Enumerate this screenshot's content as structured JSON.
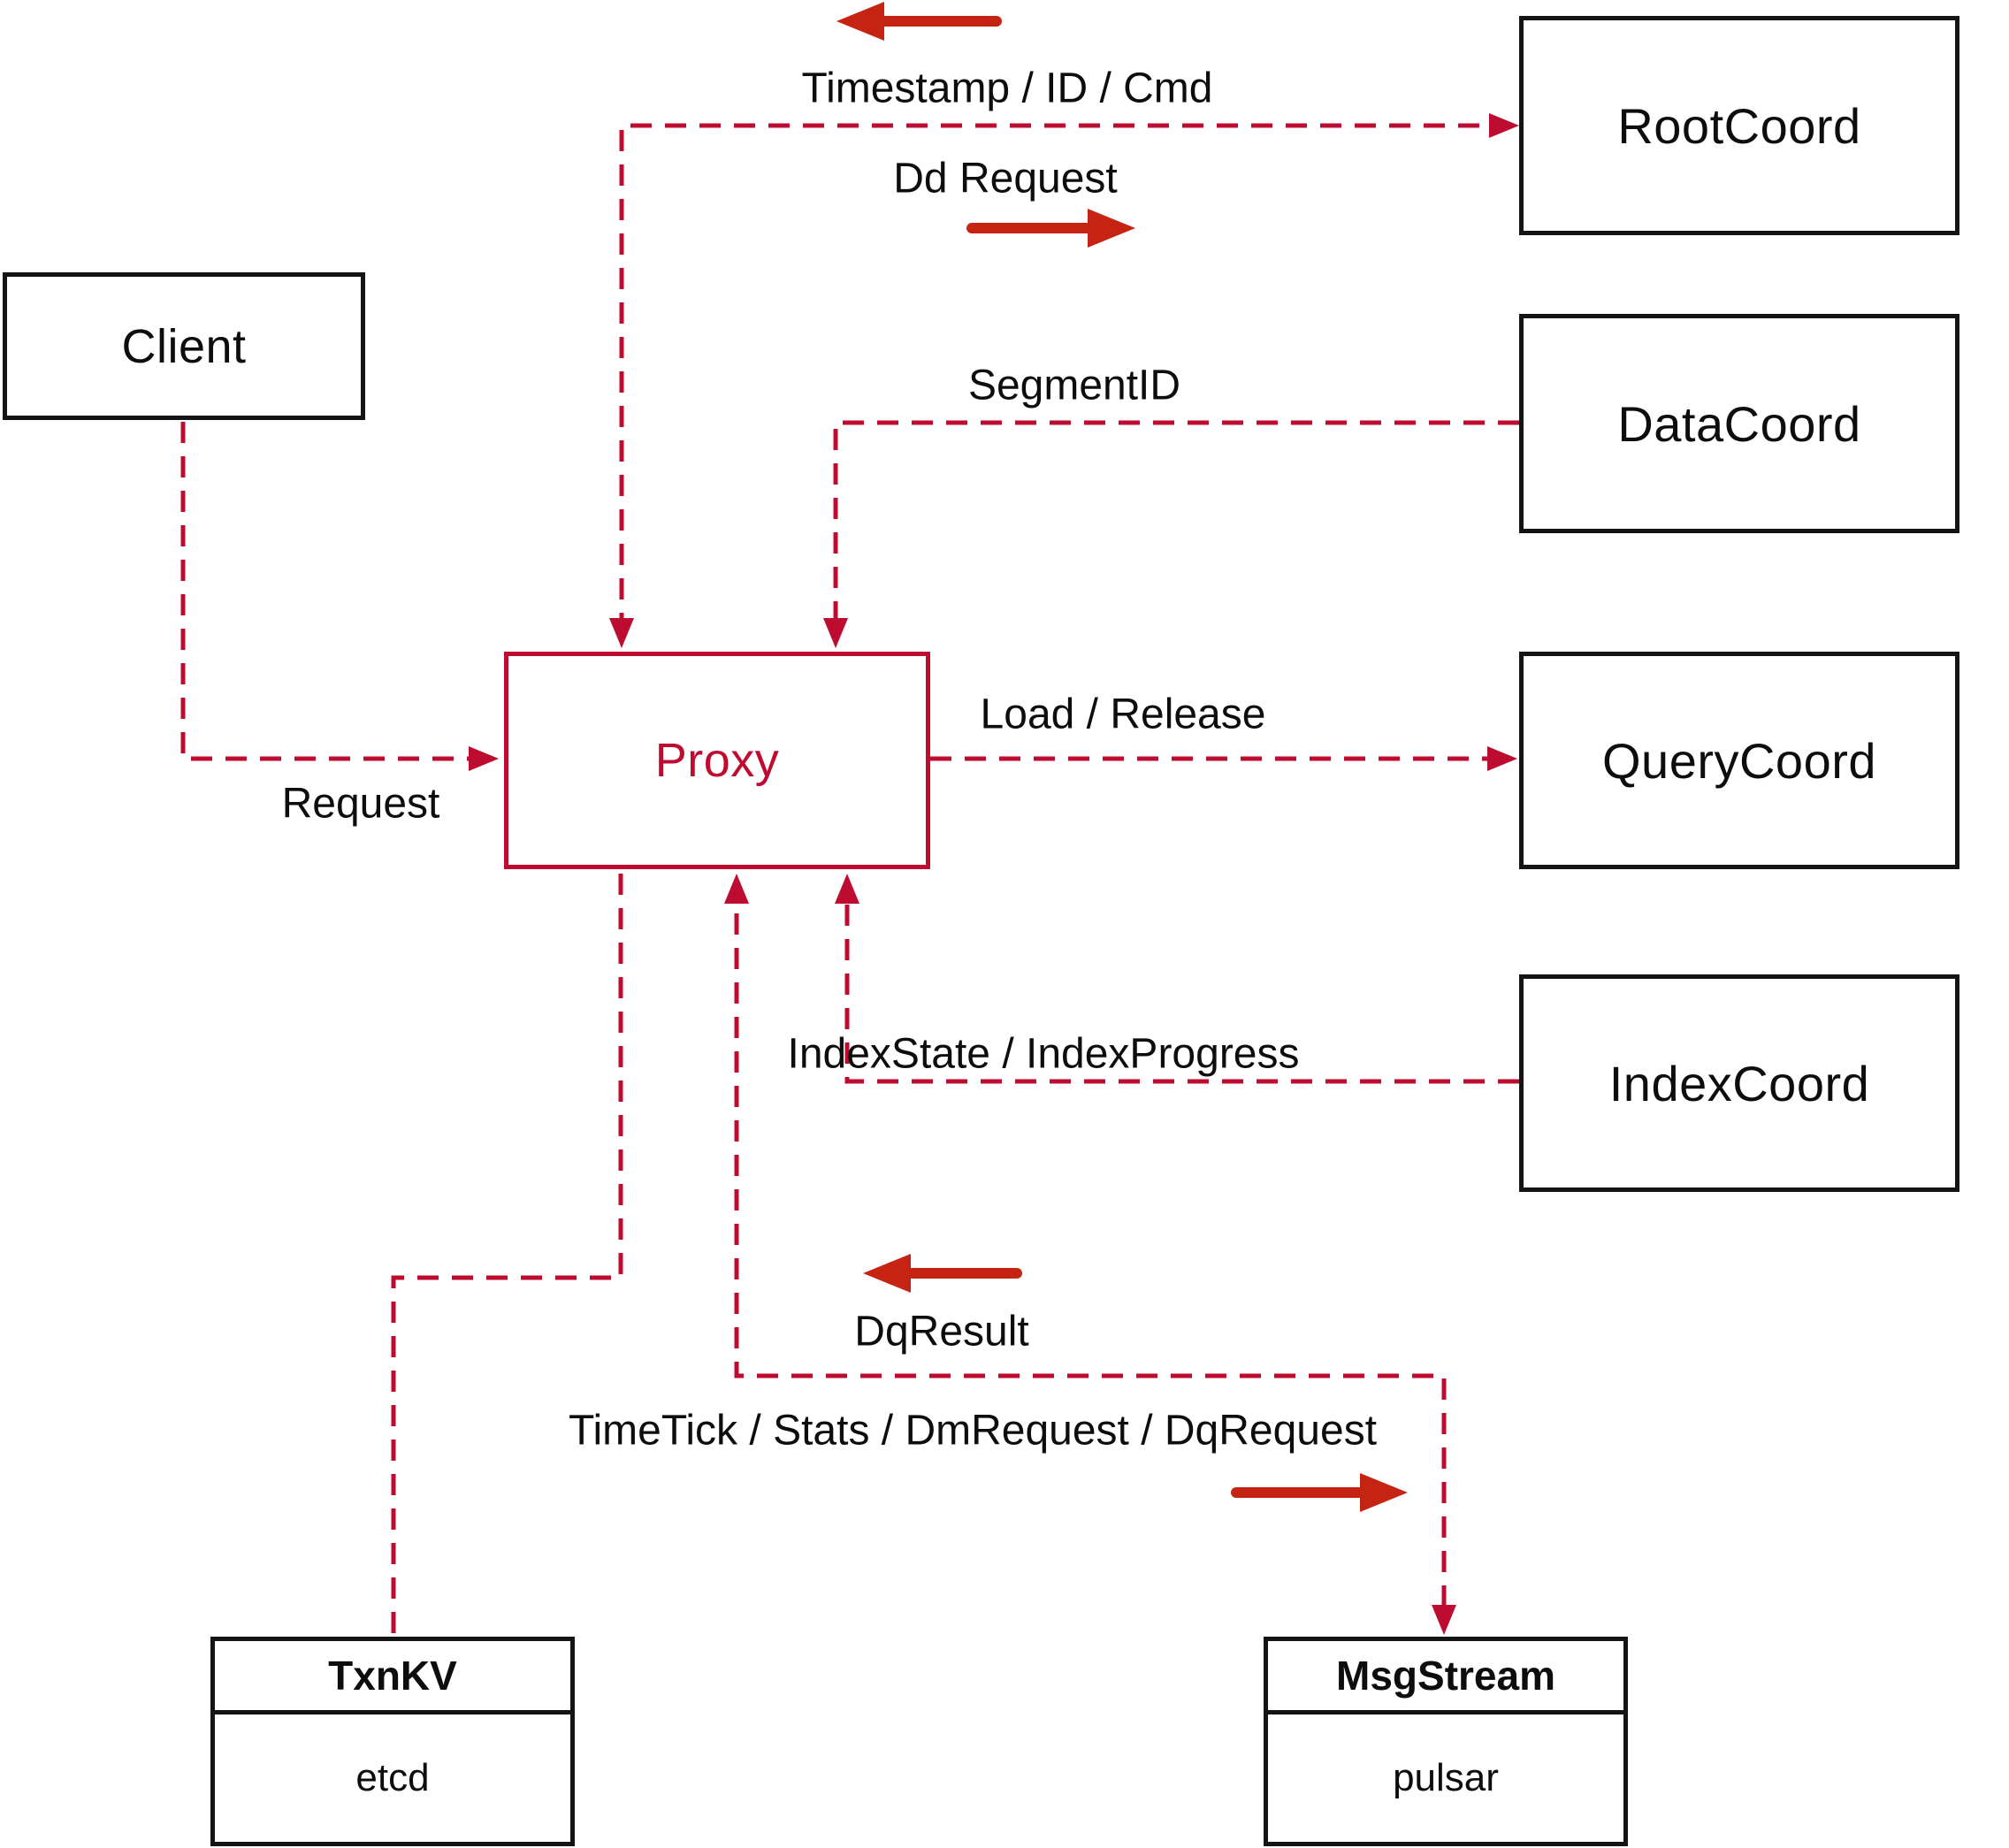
{
  "diagram": {
    "colors": {
      "dashed_line_red": "#BE0C30",
      "solid_arrow_red": "#C62412",
      "box_border_black": "#141414",
      "text_black": "#0d0d0d",
      "background": "#ffffff"
    },
    "nodes": {
      "client": {
        "label": "Client"
      },
      "proxy": {
        "label": "Proxy"
      },
      "root_coord": {
        "label": "RootCoord"
      },
      "data_coord": {
        "label": "DataCoord"
      },
      "query_coord": {
        "label": "QueryCoord"
      },
      "index_coord": {
        "label": "IndexCoord"
      },
      "txn_kv": {
        "title": "TxnKV",
        "impl": "etcd"
      },
      "msg_stream": {
        "title": "MsgStream",
        "impl": "pulsar"
      }
    },
    "edges": {
      "proxy_rootcoord": {
        "label_return": "Timestamp / ID / Cmd",
        "label_send": "Dd Request"
      },
      "datacoord_proxy": {
        "label": "SegmentID"
      },
      "client_proxy": {
        "label": "Request"
      },
      "proxy_querycoord": {
        "label": "Load / Release"
      },
      "indexcoord_proxy": {
        "label": "IndexState / IndexProgress"
      },
      "msgstream_proxy": {
        "label_return": "DqResult",
        "label_send": "TimeTick / Stats / DmRequest / DqRequest"
      }
    }
  }
}
